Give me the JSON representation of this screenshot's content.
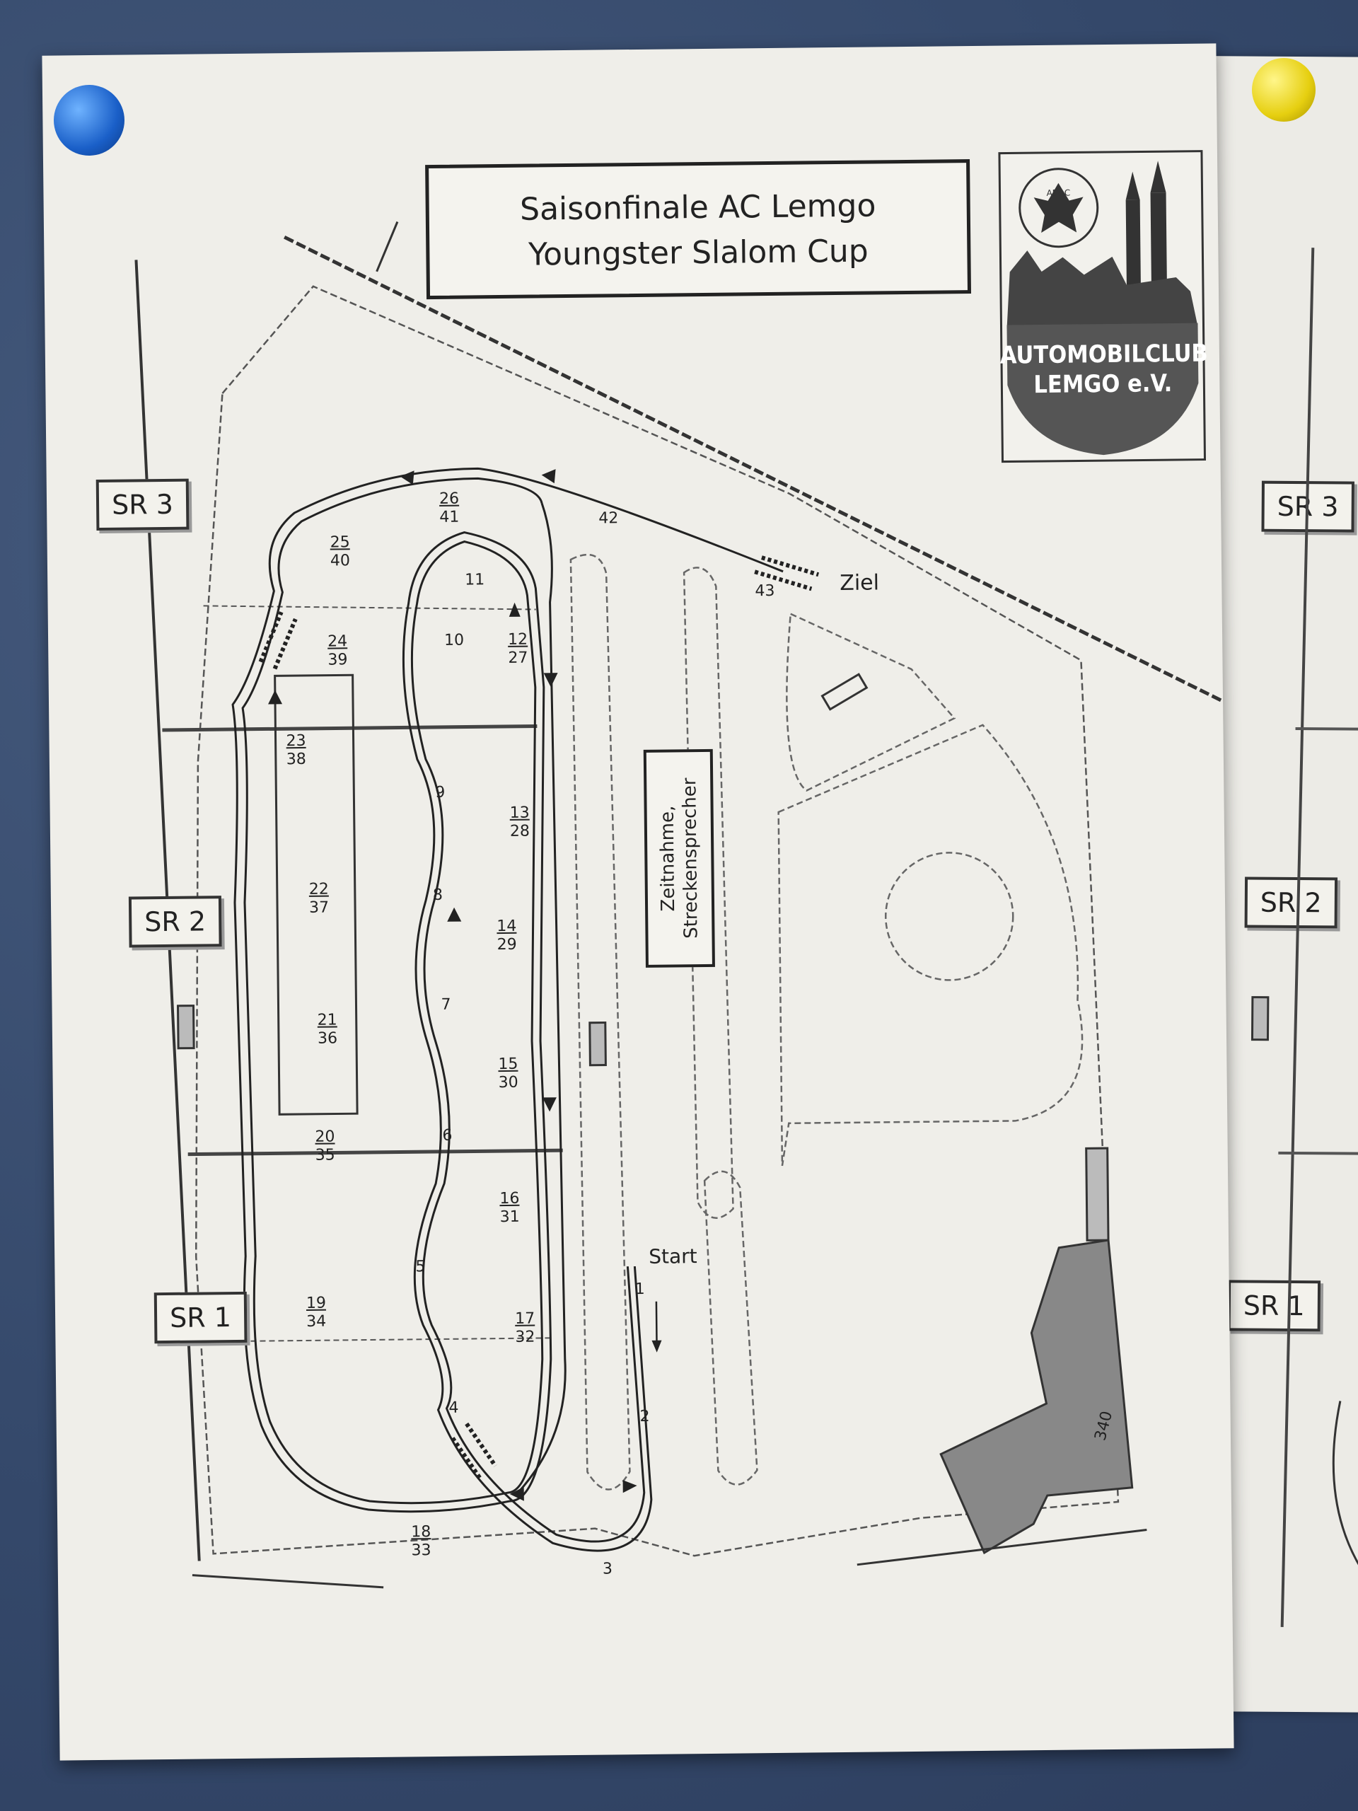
{
  "title": {
    "line1": "Saisonfinale AC Lemgo",
    "line2": "Youngster Slalom Cup"
  },
  "logo": {
    "line1": "AUTOMOBILCLUB",
    "line2": "LEMGO e.V.",
    "seal_text": "ADAC"
  },
  "sections": [
    "SR 3",
    "SR 2",
    "SR 1"
  ],
  "sections_right": [
    "SR 3",
    "SR 2",
    "SR 1"
  ],
  "timing": {
    "line1": "Zeitnahme,",
    "line2": "Streckensprecher"
  },
  "start_label": "Start",
  "finish_label": "Ziel",
  "building_number": "340",
  "gates": [
    {
      "a": "26",
      "b": "41"
    },
    {
      "a": "25",
      "b": "40"
    },
    {
      "a": "42",
      "b": ""
    },
    {
      "a": "11",
      "b": ""
    },
    {
      "a": "43",
      "b": ""
    },
    {
      "a": "24",
      "b": "39"
    },
    {
      "a": "10",
      "b": ""
    },
    {
      "a": "12",
      "b": "27"
    },
    {
      "a": "23",
      "b": "38"
    },
    {
      "a": "9",
      "b": ""
    },
    {
      "a": "13",
      "b": "28"
    },
    {
      "a": "22",
      "b": "37"
    },
    {
      "a": "8",
      "b": ""
    },
    {
      "a": "14",
      "b": "29"
    },
    {
      "a": "7",
      "b": ""
    },
    {
      "a": "21",
      "b": "36"
    },
    {
      "a": "15",
      "b": "30"
    },
    {
      "a": "20",
      "b": "35"
    },
    {
      "a": "6",
      "b": ""
    },
    {
      "a": "16",
      "b": "31"
    },
    {
      "a": "5",
      "b": ""
    },
    {
      "a": "1",
      "b": ""
    },
    {
      "a": "19",
      "b": "34"
    },
    {
      "a": "17",
      "b": "32"
    },
    {
      "a": "4",
      "b": ""
    },
    {
      "a": "2",
      "b": ""
    },
    {
      "a": "18",
      "b": "33"
    },
    {
      "a": "3",
      "b": ""
    }
  ]
}
